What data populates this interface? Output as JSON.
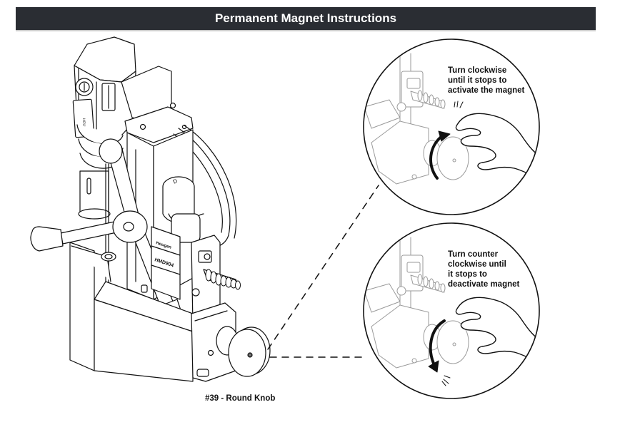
{
  "header": {
    "title": "Permanent Magnet Instructions",
    "background_color": "#2a2d33",
    "text_color": "#ffffff"
  },
  "drill": {
    "label_brand": "Hougen",
    "label_model": "HMD904",
    "knob_label": "#39 - Round Knob"
  },
  "callouts": [
    {
      "id": "activate",
      "text": "Turn clockwise\nuntil it stops to\nactivate the magnet",
      "rotation": "clockwise",
      "arrow-icon": "clockwise-arrow-icon"
    },
    {
      "id": "deactivate",
      "text": "Turn counter\nclockwise until\nit stops to\ndeactivate magnet",
      "rotation": "counter-clockwise",
      "arrow-icon": "counter-clockwise-arrow-icon"
    }
  ],
  "colors": {
    "line": "#111111",
    "faded_line": "#9a9a9a"
  }
}
